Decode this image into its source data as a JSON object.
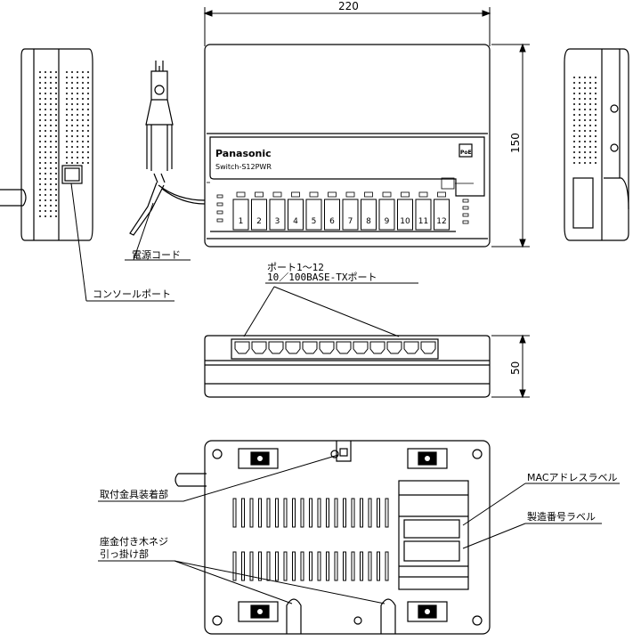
{
  "dimensions": {
    "width_label": "220",
    "height_label": "150",
    "depth_label": "50"
  },
  "front": {
    "brand": "Panasonic",
    "model": "Switch-S12PWR",
    "poe_label": "PoE",
    "ports": [
      "1",
      "2",
      "3",
      "4",
      "5",
      "6",
      "7",
      "8",
      "9",
      "10",
      "11",
      "12"
    ]
  },
  "callouts": {
    "power_cord": "電源コード",
    "console_port": "コンソールポート",
    "ports_line1": "ポート1～12",
    "ports_line2": "10／100BASE-TXポート",
    "mount_fitting": "取付金具装着部",
    "screw_line1": "座金付き木ネジ",
    "screw_line2": "引っ掛け部",
    "mac_label": "MACアドレスラベル",
    "serial_label": "製造番号ラベル"
  }
}
